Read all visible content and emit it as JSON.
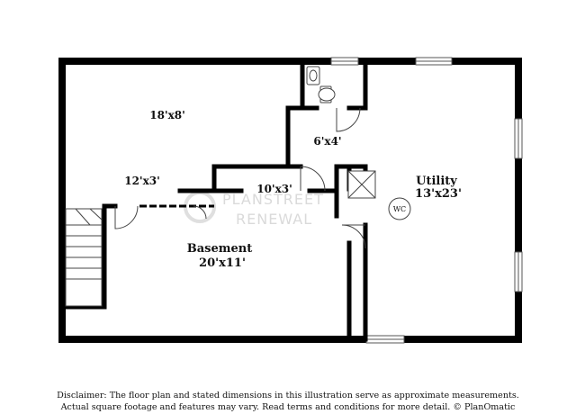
{
  "rooms": [
    {
      "id": "upper-room",
      "dims": "18'x8'"
    },
    {
      "id": "hallway",
      "dims": "12'x3'"
    },
    {
      "id": "closet",
      "dims": "10'x3'"
    },
    {
      "id": "bathroom",
      "dims": "6'x4'"
    },
    {
      "id": "utility",
      "name": "Utility",
      "dims": "13'x23'"
    },
    {
      "id": "basement",
      "name": "Basement",
      "dims": "20'x11'"
    }
  ],
  "fixtures": {
    "water_closet": "WC"
  },
  "watermark": {
    "line1": "PLANSTREET",
    "line2": "RENEWAL"
  },
  "disclaimer": {
    "line1": "Disclaimer: The floor plan and stated dimensions in this illustration serve as approximate measurements.",
    "line2": "Actual square footage and features may vary. Read terms and conditions for more detail. © PlanOmatic"
  }
}
